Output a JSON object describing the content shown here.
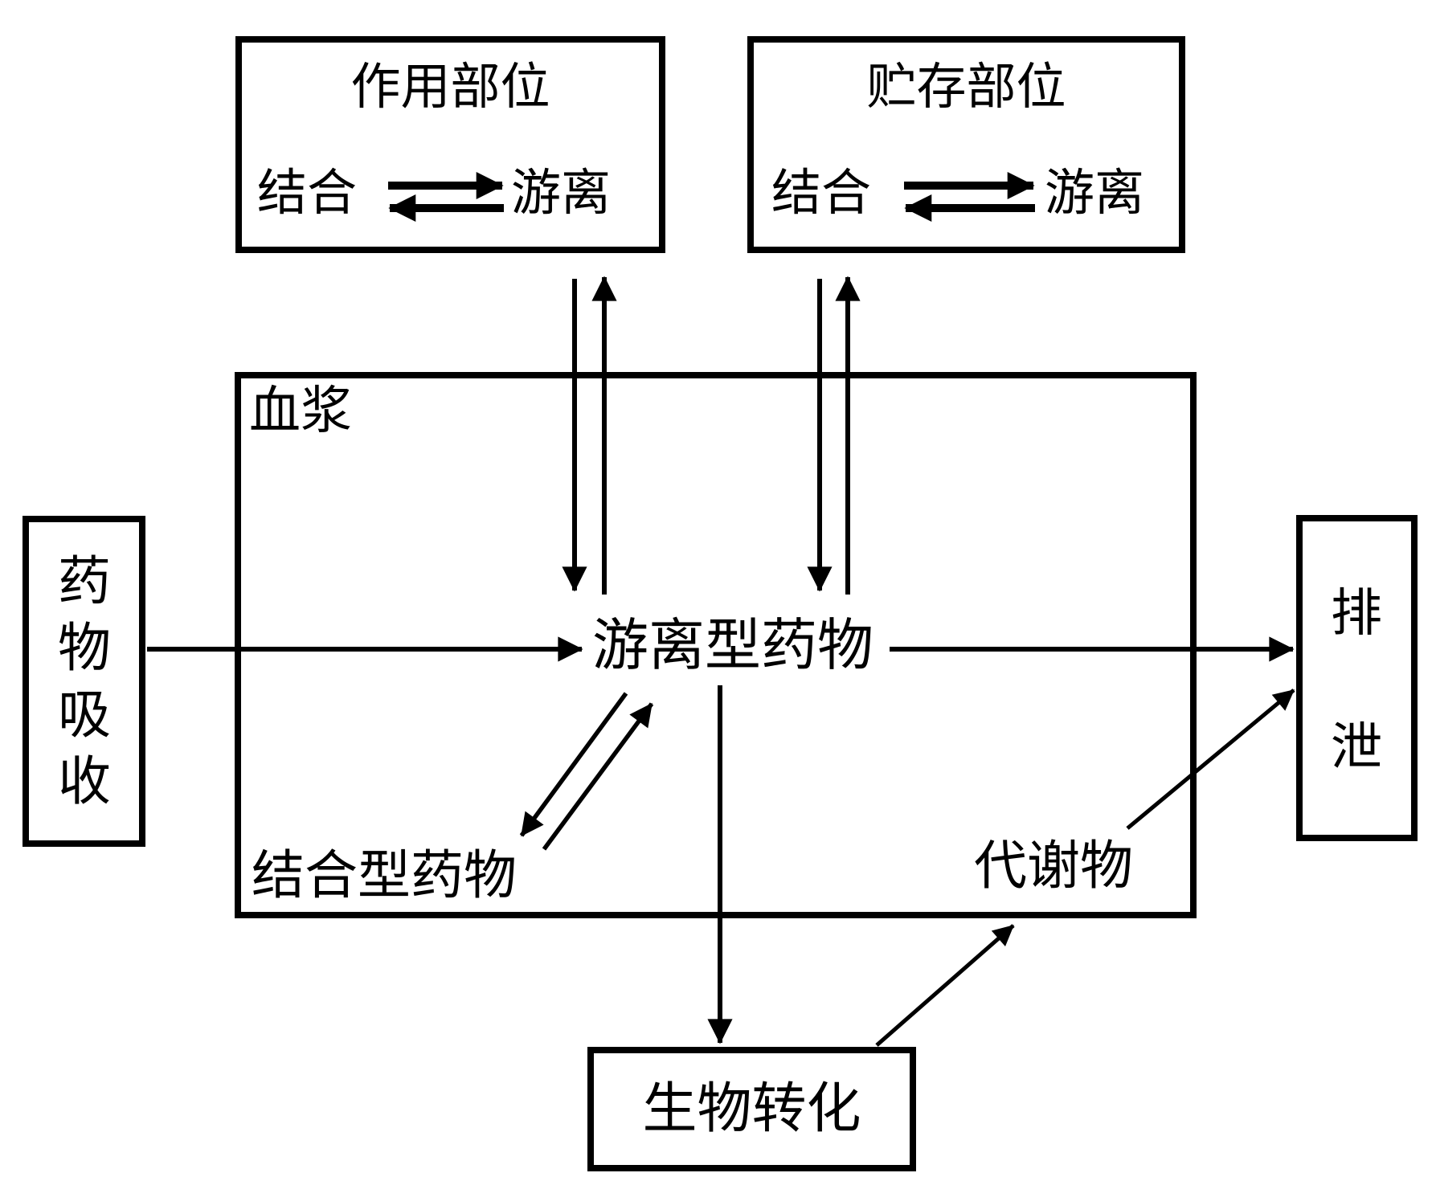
{
  "page": {
    "background_color": "#ffffff",
    "line_color": "#000000"
  },
  "diagram": {
    "action_site": {
      "title": "作用部位",
      "bound_label": "结合",
      "free_label": "游离"
    },
    "storage_site": {
      "title": "贮存部位",
      "bound_label": "结合",
      "free_label": "游离"
    },
    "plasma": {
      "label": "血浆",
      "free_drug_label": "游离型药物",
      "bound_drug_label": "结合型药物",
      "metabolite_label": "代谢物"
    },
    "absorption_label": "药物吸收",
    "excretion_label": "排泄",
    "biotransformation_label": "生物转化"
  }
}
